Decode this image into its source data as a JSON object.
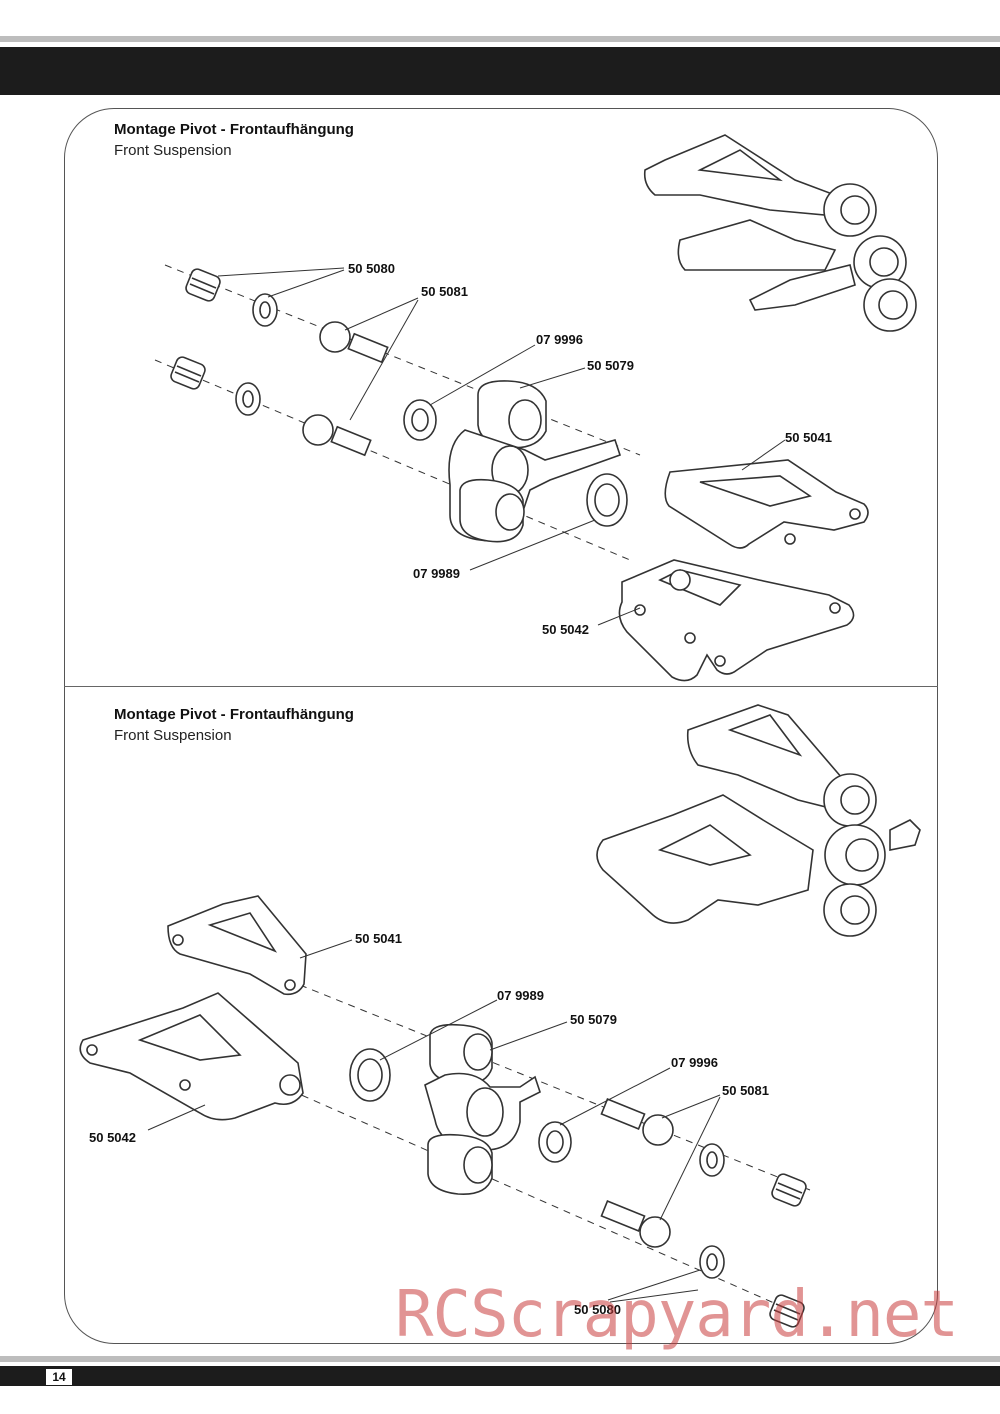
{
  "section_top": {
    "title": "Montage Pivot - Frontaufhängung",
    "subtitle": "Front Suspension",
    "parts": {
      "p505080": "50 5080",
      "p505081": "50 5081",
      "p079996": "07 9996",
      "p505079": "50 5079",
      "p505041": "50 5041",
      "p079989": "07 9989",
      "p505042": "50 5042"
    }
  },
  "section_bottom": {
    "title": "Montage Pivot - Frontaufhängung",
    "subtitle": "Front Suspension",
    "parts": {
      "p505041": "50 5041",
      "p079989": "07 9989",
      "p505079": "50 5079",
      "p079996": "07 9996",
      "p505081": "50 5081",
      "p505042": "50 5042",
      "p505080": "50 5080"
    }
  },
  "footer": {
    "page_number": "14"
  },
  "watermark": "RCScrapyard.net"
}
